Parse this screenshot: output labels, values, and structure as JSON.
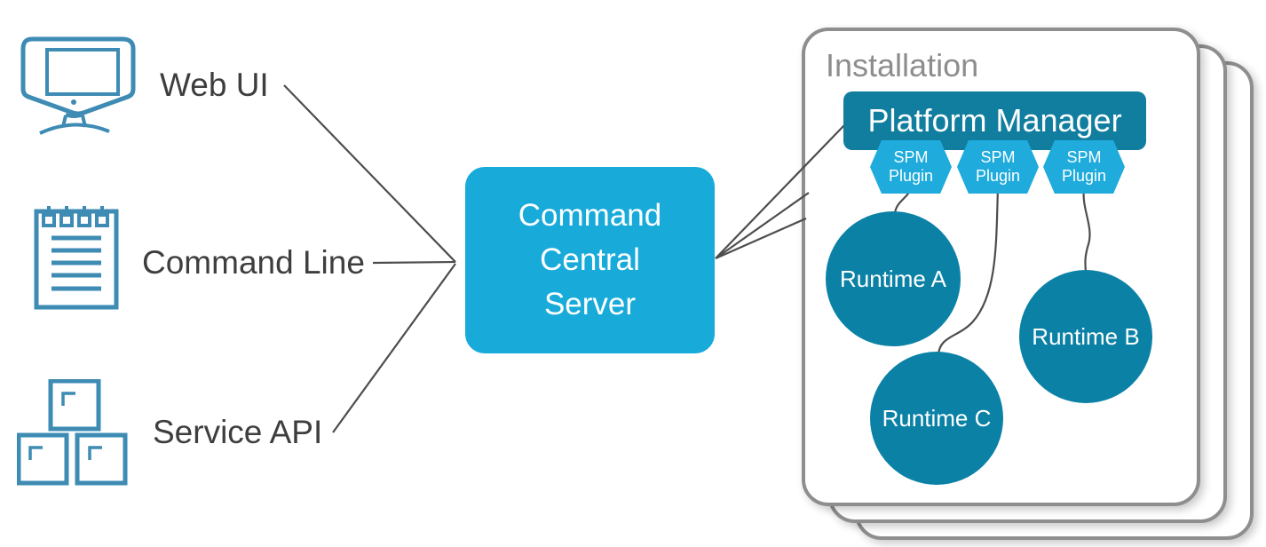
{
  "sources": [
    {
      "label": "Web UI",
      "icon": "monitor-icon"
    },
    {
      "label": "Command Line",
      "icon": "notepad-icon"
    },
    {
      "label": "Service API",
      "icon": "boxes-icon"
    }
  ],
  "server": {
    "label": "Command\nCentral\nServer"
  },
  "installation": {
    "title": "Installation",
    "platform_manager": "Platform Manager",
    "plugins": [
      {
        "label": "SPM\nPlugin"
      },
      {
        "label": "SPM\nPlugin"
      },
      {
        "label": "SPM\nPlugin"
      }
    ],
    "runtimes": [
      {
        "label": "Runtime A"
      },
      {
        "label": "Runtime C"
      },
      {
        "label": "Runtime B"
      }
    ]
  },
  "colors": {
    "cyan_accent": "#18abda",
    "hexagon_cyan": "#1fabdc",
    "teal_dark": "#117e9f",
    "runtime_teal": "#0b81a6",
    "icon_stroke_blue": "#3e8bb4",
    "connector_gray": "#4d4d4d",
    "card_border_gray": "#8e8e8e",
    "installation_label_gray": "#8d8d8d",
    "source_label_dark": "#3e3e3e"
  }
}
